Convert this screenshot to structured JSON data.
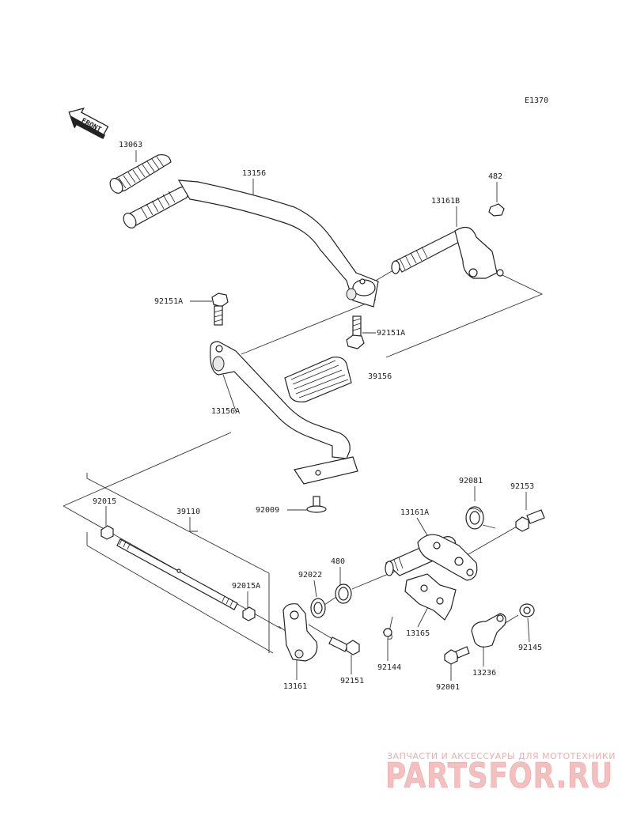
{
  "diagram_code": "E1370",
  "front_label": "FRONT",
  "parts": {
    "p13063": "13063",
    "p13156": "13156",
    "p482": "482",
    "p13161B": "13161B",
    "p92151A_1": "92151A",
    "p92151A_2": "92151A",
    "p39156": "39156",
    "p13156A": "13156A",
    "p92009": "92009",
    "p92081": "92081",
    "p92153": "92153",
    "p92015": "92015",
    "p39110": "39110",
    "p13161A": "13161A",
    "p480": "480",
    "p92022": "92022",
    "p92015A": "92015A",
    "p13165": "13165",
    "p92145": "92145",
    "p13161": "13161",
    "p92151": "92151",
    "p92144": "92144",
    "p13236": "13236",
    "p92001": "92001"
  },
  "watermark": {
    "tagline": "ЗАПЧАСТИ И АКСЕССУАРЫ ДЛЯ МОТОТЕХНИКИ",
    "logo": "PARTSFOR.RU"
  }
}
